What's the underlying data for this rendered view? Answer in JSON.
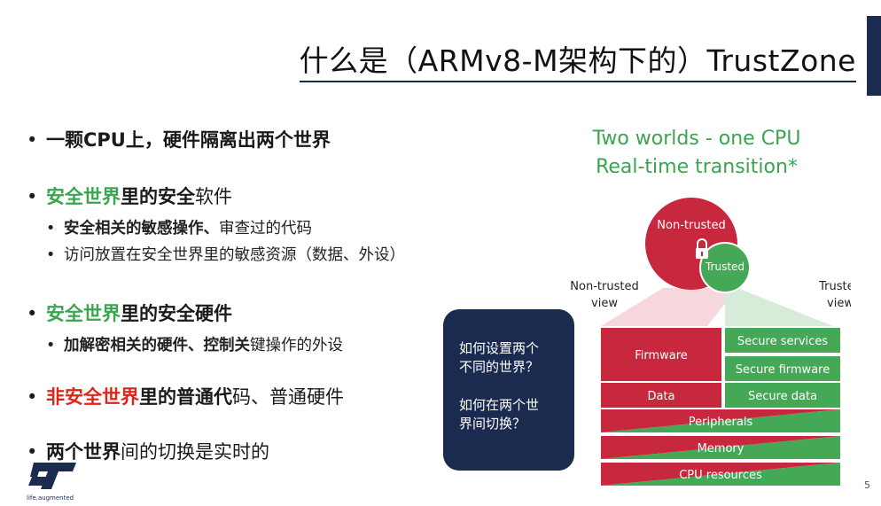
{
  "slide": {
    "title": "什么是（ARMv8-M架构下的）TrustZone",
    "page_number": "5",
    "accent_color": "#1b2b50"
  },
  "bullets": {
    "b1": "一颗CPU上，硬件隔离出两个世界",
    "b2_green": "安全世界",
    "b2_bold": "里的安全",
    "b2_rest": "软件",
    "b2_sub1_bold": "安全相关的敏感操作、",
    "b2_sub1_rest": "审查过的代码",
    "b2_sub2": "访问放置在安全世界里的敏感资源（数据、外设）",
    "b3_green": "安全世界",
    "b3_bold": "里的安全硬件",
    "b3_sub1_bold": "加解密相关的硬件、控制关",
    "b3_sub1_rest": "键操作的外设",
    "b4_red": "非安全世界",
    "b4_bold": "里的普通代",
    "b4_rest": "码、普通硬件",
    "b5_bold": "两个世界",
    "b5_rest": "间的切换是实时的"
  },
  "question_box": {
    "q1_line1": "如何设置两个",
    "q1_line2": "不同的世界？",
    "q2_line1": "如何在两个世",
    "q2_line2": "界间切换？"
  },
  "diagram": {
    "heading_line1": "Two worlds - one CPU",
    "heading_line2": "Real-time transition*",
    "circle_nontrusted": "Non-trusted",
    "circle_trusted": "Trusted",
    "view_nontrusted_line1": "Non-trusted",
    "view_nontrusted_line2": "view",
    "view_trusted_line1": "Trusted",
    "view_trusted_line2": "view",
    "firmware": "Firmware",
    "data": "Data",
    "secure_services": "Secure services",
    "secure_firmware": "Secure firmware",
    "secure_data": "Secure data",
    "peripherals": "Peripherals",
    "memory": "Memory",
    "cpu_resources": "CPU resources",
    "colors": {
      "red": "#c8283e",
      "green": "#45a857",
      "heading_green": "#3aa54f"
    }
  },
  "logo": {
    "tagline": "life.augmented",
    "icon": "st-logo-icon"
  }
}
